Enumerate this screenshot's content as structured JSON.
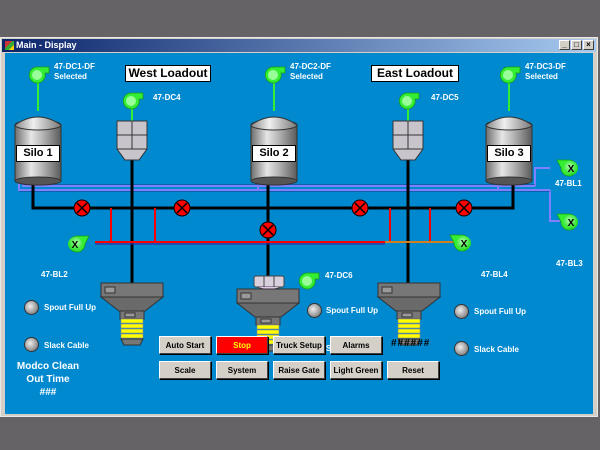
{
  "window": {
    "title": "Main - Display",
    "controls": {
      "minimize": "_",
      "maximize": "□",
      "close": "×"
    }
  },
  "sections": {
    "west": "West Loadout",
    "east": "East Loadout"
  },
  "silos": [
    {
      "label": "Silo 1"
    },
    {
      "label": "Silo 2"
    },
    {
      "label": "Silo 3"
    }
  ],
  "dust_collectors": [
    {
      "id": "47-DC1-DF",
      "status": "Selected"
    },
    {
      "id": "47-DC2-DF",
      "status": "Selected"
    },
    {
      "id": "47-DC3-DF",
      "status": "Selected"
    },
    {
      "id": "47-DC4"
    },
    {
      "id": "47-DC5"
    },
    {
      "id": "47-DC6"
    }
  ],
  "blowers": [
    {
      "id": "47-BL1",
      "state": "X"
    },
    {
      "id": "47-BL2",
      "state": "X"
    },
    {
      "id": "47-BL3",
      "state": "X"
    },
    {
      "id": "47-BL4",
      "state": "X"
    }
  ],
  "spouts": [
    {
      "spout_full_up": "Spout Full Up",
      "slack_cable": "Slack Cable"
    },
    {
      "spout_full_up": "Spout Full Up",
      "slack_cable": "Slack Cable"
    },
    {
      "spout_full_up": "Spout Full Up",
      "slack_cable": "Slack Cable"
    }
  ],
  "modco": {
    "line1": "Modco Clean",
    "line2": "Out Time",
    "value": "###"
  },
  "buttons": {
    "row1": [
      "Auto Start",
      "Stop",
      "Truck Setup",
      "Alarms"
    ],
    "row2": [
      "Scale",
      "System",
      "Raise Gate",
      "Light Green",
      "Reset"
    ]
  },
  "display_value": "######",
  "colors": {
    "background": "#0089cf",
    "valve_closed": "#ff0000",
    "blower": "#33ee33",
    "stop_button": "#ff0000",
    "stop_text": "#ffff00",
    "air_line": "#8080ff",
    "product_line": "#000000",
    "red_line": "#ff0000"
  }
}
